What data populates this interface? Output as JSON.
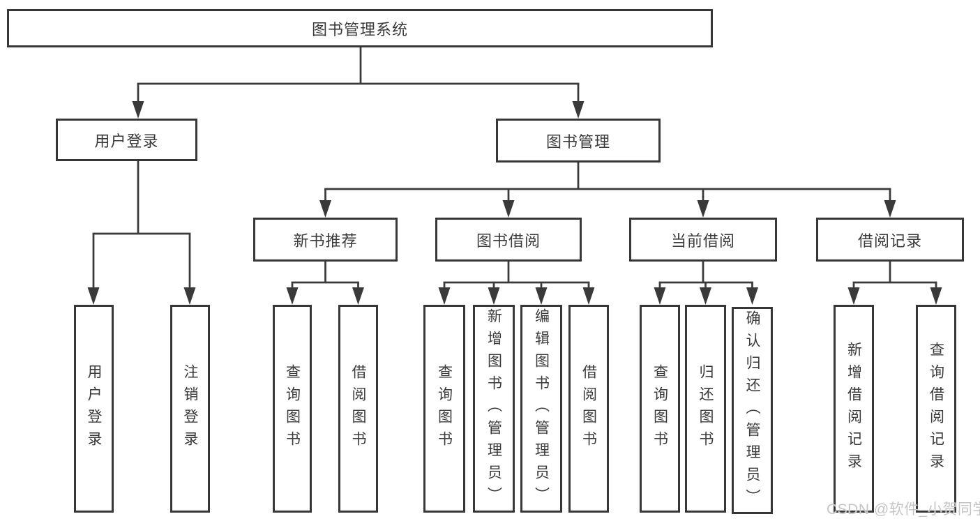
{
  "diagram": {
    "root": "图书管理系统",
    "user_branch": {
      "label": "用户登录",
      "children": [
        "用户登录",
        "注销登录"
      ]
    },
    "book_branch": {
      "label": "图书管理",
      "groups": [
        {
          "label": "新书推荐",
          "children": [
            "查询图书",
            "借阅图书"
          ]
        },
        {
          "label": "图书借阅",
          "children": [
            "查询图书",
            "新增图书（管理员）",
            "编辑图书（管理员）",
            "借阅图书"
          ]
        },
        {
          "label": "当前借阅",
          "children": [
            "查询图书",
            "归还图书",
            "确认归还（管理员）"
          ]
        },
        {
          "label": "借阅记录",
          "children": [
            "新增借阅记录",
            "查询借阅记录"
          ]
        }
      ]
    },
    "watermark": "CSDN @软件_小贺同学"
  },
  "colors": {
    "line": "#3a3a3a",
    "box_border": "#373737",
    "text": "#3a3a3a",
    "watermark": "#c5c5c5"
  }
}
